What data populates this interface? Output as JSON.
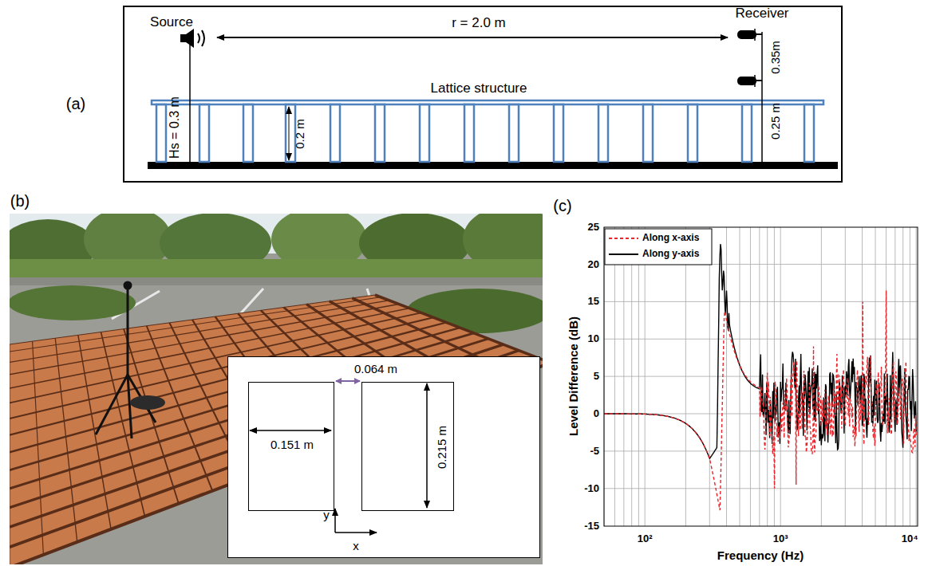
{
  "diagram": {
    "nodes": [
      {
        "text": [
          "0.064 m",
          "y",
          "x"
        ]
      },
      {
        "text": [
          "0.151 m"
        ],
        "in": 0
      },
      {
        "text": [
          "0.215 m"
        ],
        "in": 0
      }
    ],
    "labels": [
      "(a)",
      "Source",
      "r = 2.0 m",
      "Receiver",
      "Lattice structure",
      "Hs = 0.3 m",
      "0.2 m",
      "0.35m",
      "0.25 m",
      "(b)",
      "(c)",
      "Level Difference (dB)",
      "Frequency (Hz)",
      "25",
      "20",
      "15",
      "10",
      "5",
      "0",
      "-5",
      "-10",
      "-15",
      "10²",
      "10³",
      "10⁴"
    ],
    "legend": [
      {
        "text": "Along x-axis"
      },
      {
        "text": "Along y-axis"
      }
    ]
  }
}
